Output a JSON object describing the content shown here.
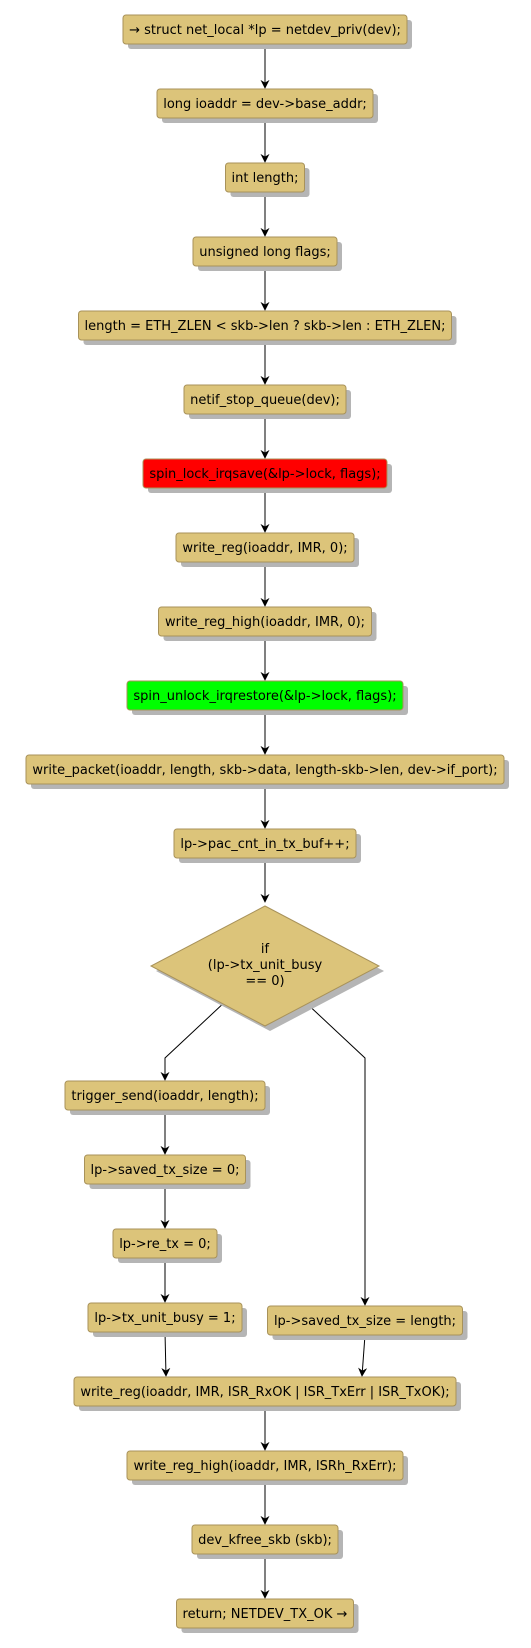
{
  "colors": {
    "node_fill": "#dcc47a",
    "node_border": "#a8925a",
    "lock_fill": "#ff0000",
    "unlock_fill": "#00ff00",
    "shadow": "#b5b5b5",
    "edge": "#000000"
  },
  "nodes": [
    {
      "id": "n1",
      "label": "→ struct net_local *lp = netdev_priv(dev);"
    },
    {
      "id": "n2",
      "label": "long ioaddr = dev->base_addr;"
    },
    {
      "id": "n3",
      "label": "int length;"
    },
    {
      "id": "n4",
      "label": "unsigned long flags;"
    },
    {
      "id": "n5",
      "label": "length = ETH_ZLEN < skb->len ? skb->len : ETH_ZLEN;"
    },
    {
      "id": "n6",
      "label": "netif_stop_queue(dev);"
    },
    {
      "id": "n7",
      "label": "spin_lock_irqsave(&lp->lock, flags);",
      "highlight": "lock"
    },
    {
      "id": "n8",
      "label": "write_reg(ioaddr, IMR, 0);"
    },
    {
      "id": "n9",
      "label": "write_reg_high(ioaddr, IMR, 0);"
    },
    {
      "id": "n10",
      "label": "spin_unlock_irqrestore(&lp->lock, flags);",
      "highlight": "unlock"
    },
    {
      "id": "n11",
      "label": "write_packet(ioaddr, length, skb->data, length-skb->len, dev->if_port);"
    },
    {
      "id": "n12",
      "label": "lp->pac_cnt_in_tx_buf++;"
    },
    {
      "id": "n13",
      "label": "trigger_send(ioaddr, length);"
    },
    {
      "id": "n14",
      "label": "lp->saved_tx_size = 0;"
    },
    {
      "id": "n15",
      "label": "lp->re_tx = 0;"
    },
    {
      "id": "n16",
      "label": "lp->tx_unit_busy = 1;"
    },
    {
      "id": "n17",
      "label": "lp->saved_tx_size = length;"
    },
    {
      "id": "n18",
      "label": "write_reg(ioaddr, IMR, ISR_RxOK | ISR_TxErr | ISR_TxOK);"
    },
    {
      "id": "n19",
      "label": "write_reg_high(ioaddr, IMR, ISRh_RxErr);"
    },
    {
      "id": "n20",
      "label": "dev_kfree_skb (skb);"
    },
    {
      "id": "n21",
      "label": "return; NETDEV_TX_OK →"
    }
  ],
  "decision": {
    "id": "d1",
    "lines": [
      "if",
      "(lp->tx_unit_busy",
      "== 0)"
    ]
  }
}
